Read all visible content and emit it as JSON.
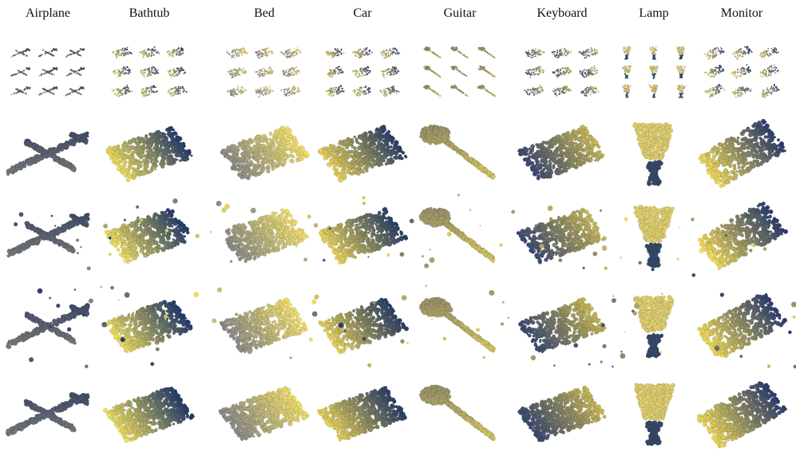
{
  "columns": [
    {
      "label": "Airplane",
      "shape": "airplane",
      "colors": [
        "#2d3e63",
        "#8a8a80"
      ]
    },
    {
      "label": "Bathtub",
      "shape": "bathtub",
      "colors": [
        "#f0e060",
        "#223a6a"
      ]
    },
    {
      "label": "Bed",
      "shape": "bed",
      "colors": [
        "#8a8a88",
        "#f2e06a"
      ]
    },
    {
      "label": "Car",
      "shape": "car",
      "colors": [
        "#e8d45a",
        "#2a3d66"
      ]
    },
    {
      "label": "Guitar",
      "shape": "guitar",
      "colors": [
        "#e6d460",
        "#8f8a6a"
      ]
    },
    {
      "label": "Keyboard",
      "shape": "keyboard",
      "colors": [
        "#3a4870",
        "#c8b858"
      ]
    },
    {
      "label": "Lamp",
      "shape": "lamp",
      "colors": [
        "#f4e070",
        "#1f3766"
      ]
    },
    {
      "label": "Monitor",
      "shape": "monitor",
      "colors": [
        "#f2dc58",
        "#2a3c6e"
      ]
    }
  ],
  "rows": [
    "thumbnail-grid",
    "point-cloud-1",
    "point-cloud-2",
    "point-cloud-3",
    "point-cloud-4"
  ]
}
